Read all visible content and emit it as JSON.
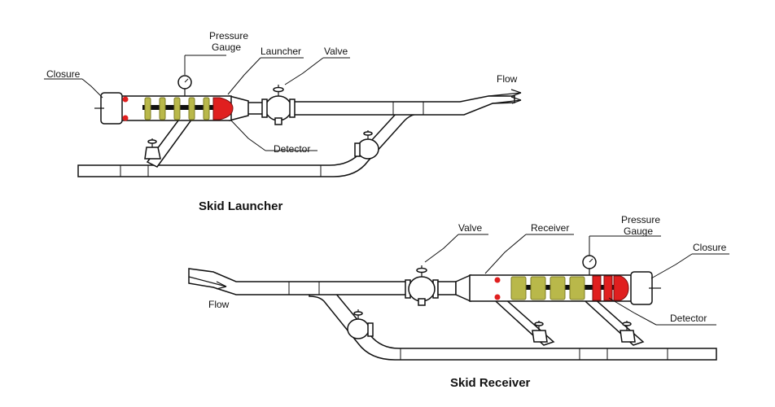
{
  "launcher": {
    "title": "Skid Launcher",
    "labels": {
      "closure": "Closure",
      "pressure_gauge_line1": "Pressure",
      "pressure_gauge_line2": "Gauge",
      "launcher": "Launcher",
      "valve": "Valve",
      "flow": "Flow",
      "detector": "Detector"
    }
  },
  "receiver": {
    "title": "Skid Receiver",
    "labels": {
      "valve": "Valve",
      "receiver": "Receiver",
      "pressure_gauge_line1": "Pressure",
      "pressure_gauge_line2": "Gauge",
      "closure": "Closure",
      "flow": "Flow",
      "detector": "Detector"
    }
  },
  "colors": {
    "pig_disc": "#b9b84a",
    "pig_disc_edge": "#7d7c25",
    "pig_core": "#111111",
    "pig_nose": "#e01f1f",
    "closure_dot": "#e01f1f",
    "line": "#111111"
  }
}
